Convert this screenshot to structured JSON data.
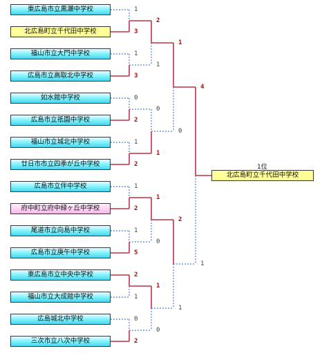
{
  "teams": [
    "東広島市立黒瀬中学校",
    "北広島町立千代田中学校",
    "福山市立大門中学校",
    "広島市立高取北中学校",
    "如水館中学校",
    "広島市立祇園中学校",
    "福山市立城北中学校",
    "廿日市市立四季が丘中学校",
    "広島市立伴中学校",
    "府中町立府中緑ヶ丘中学校",
    "尾道市立向島中学校",
    "広島市立庚午中学校",
    "東広島市立中央中学校",
    "福山市立大成館中学校",
    "広島城北中学校",
    "三次市立八次中学校"
  ],
  "team_colors": [
    "cyan",
    "yellow",
    "cyan",
    "cyan",
    "cyan",
    "cyan",
    "cyan",
    "cyan",
    "cyan",
    "pink",
    "cyan",
    "cyan",
    "cyan",
    "cyan",
    "cyan",
    "cyan"
  ],
  "round1_scores": [
    "1",
    "3",
    "1",
    "3",
    "0",
    "2",
    "1",
    "2",
    "1",
    "2",
    "1",
    "5",
    "2",
    "1",
    "0",
    "2"
  ],
  "round2_scores": [
    "2",
    "1",
    "0",
    "1",
    "1",
    "0",
    "1",
    "0"
  ],
  "round3_scores": [
    "1",
    "0",
    "2",
    "1"
  ],
  "final_scores": [
    "4",
    "1"
  ],
  "champion": {
    "title": "1位",
    "name": "北広島町立千代田中学校"
  },
  "colors": {
    "winner_line": "#c03048",
    "loser_line": "#3366cc",
    "winner_score": "#c00000"
  }
}
